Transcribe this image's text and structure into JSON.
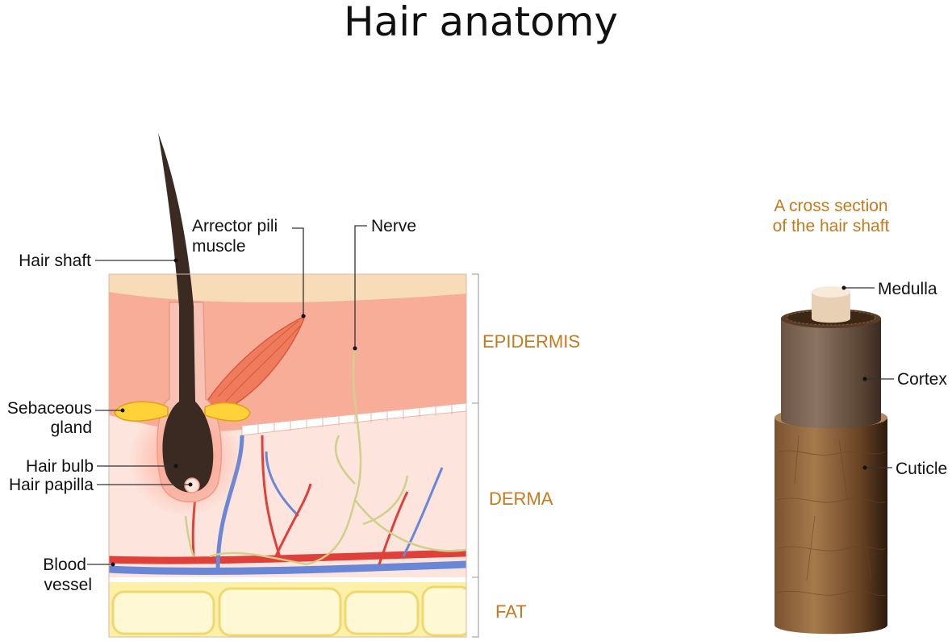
{
  "title": "Hair anatomy",
  "labels": {
    "hair_shaft": "Hair shaft",
    "arrector_pili_1": "Arrector pili",
    "arrector_pili_2": "muscle",
    "nerve": "Nerve",
    "sebaceous_1": "Sebaceous",
    "sebaceous_2": "gland",
    "hair_bulb": "Hair bulb",
    "hair_papilla": "Hair papilla",
    "blood_vessel_1": "Blood",
    "blood_vessel_2": "vessel"
  },
  "layers": {
    "epidermis": "EPIDERMIS",
    "derma": "DERMA",
    "fat": "FAT"
  },
  "cross_section": {
    "heading_1": "A cross section",
    "heading_2": "of the hair shaft",
    "medulla": "Medulla",
    "cortex": "Cortex",
    "cuticle": "Cuticle"
  },
  "colors": {
    "layer_text": "#c47a1c",
    "artery": "#e0403a",
    "vein": "#6a86d6",
    "nerve": "#cfd08a",
    "hair": "#3a2a22"
  }
}
